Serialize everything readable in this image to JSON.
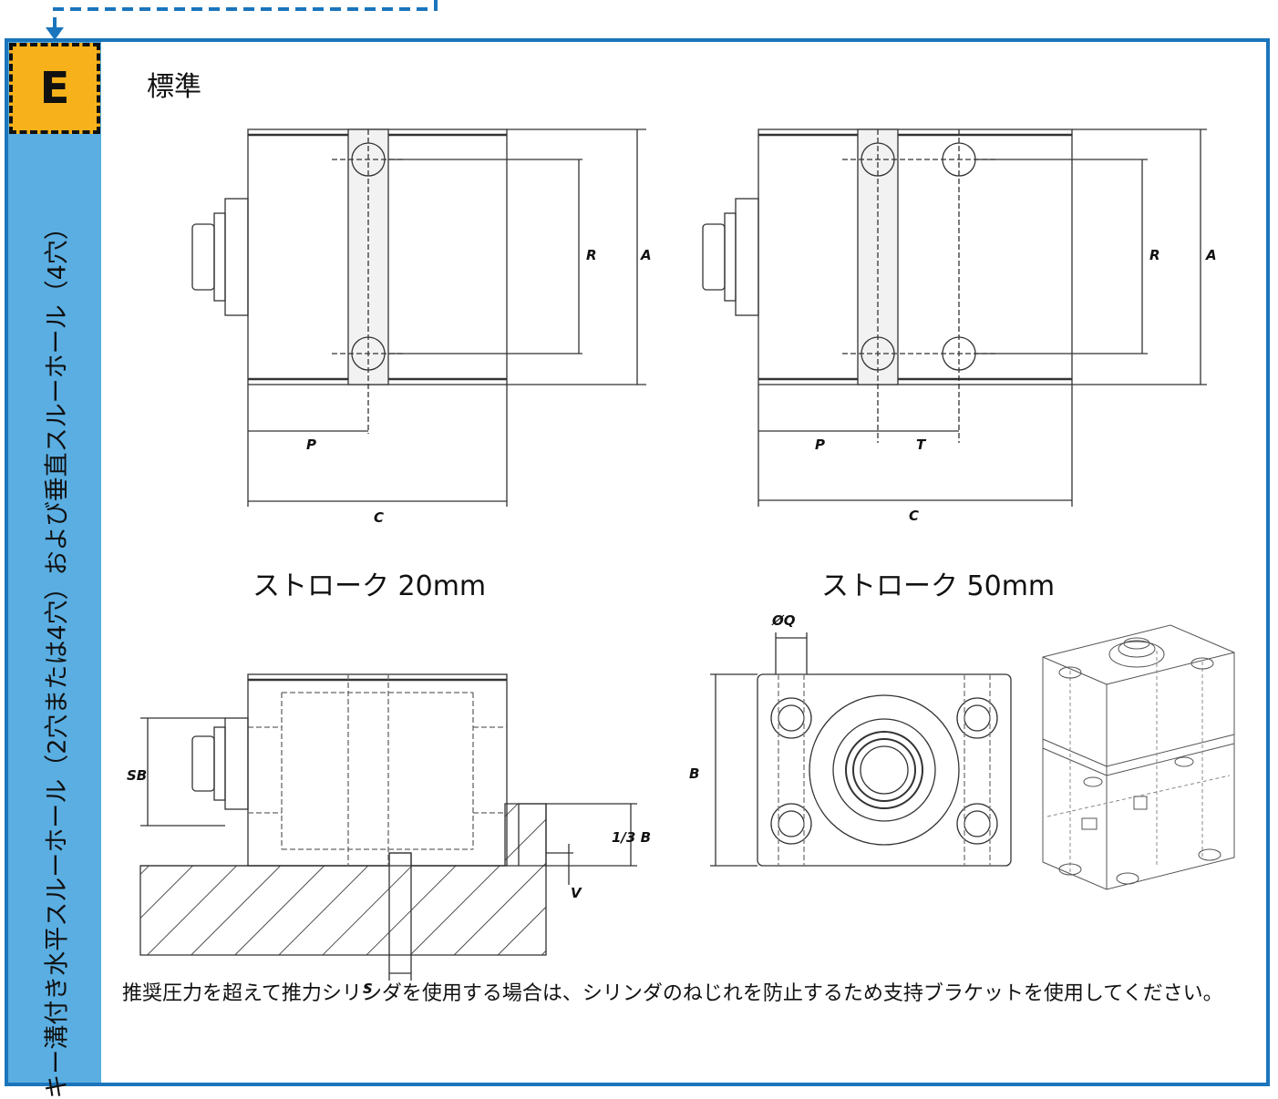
{
  "badge": {
    "letter": "E"
  },
  "side_label": "キー溝付き水平スルーホール（2穴または4穴）および垂直スルーホール（4穴）",
  "title": "標準",
  "captions": {
    "stroke20": "ストローク 20mm",
    "stroke50": "ストローク 50mm"
  },
  "dimension_labels": {
    "A": "A",
    "R": "R",
    "P": "P",
    "C": "C",
    "T": "T",
    "SB": "SB",
    "third_B": "1/3 B",
    "V": "V",
    "S": "S",
    "B": "B",
    "OQ": "ØQ"
  },
  "note": "推奨圧力を超えて推力シリンダを使用する場合は、シリンダのねじれを防止するため支持ブラケットを使用してください。",
  "colors": {
    "frame_border": "#1a75bc",
    "side_bar": "#5aaee2",
    "badge_fill": "#f7b21b",
    "dash_line": "#1a75bc"
  }
}
